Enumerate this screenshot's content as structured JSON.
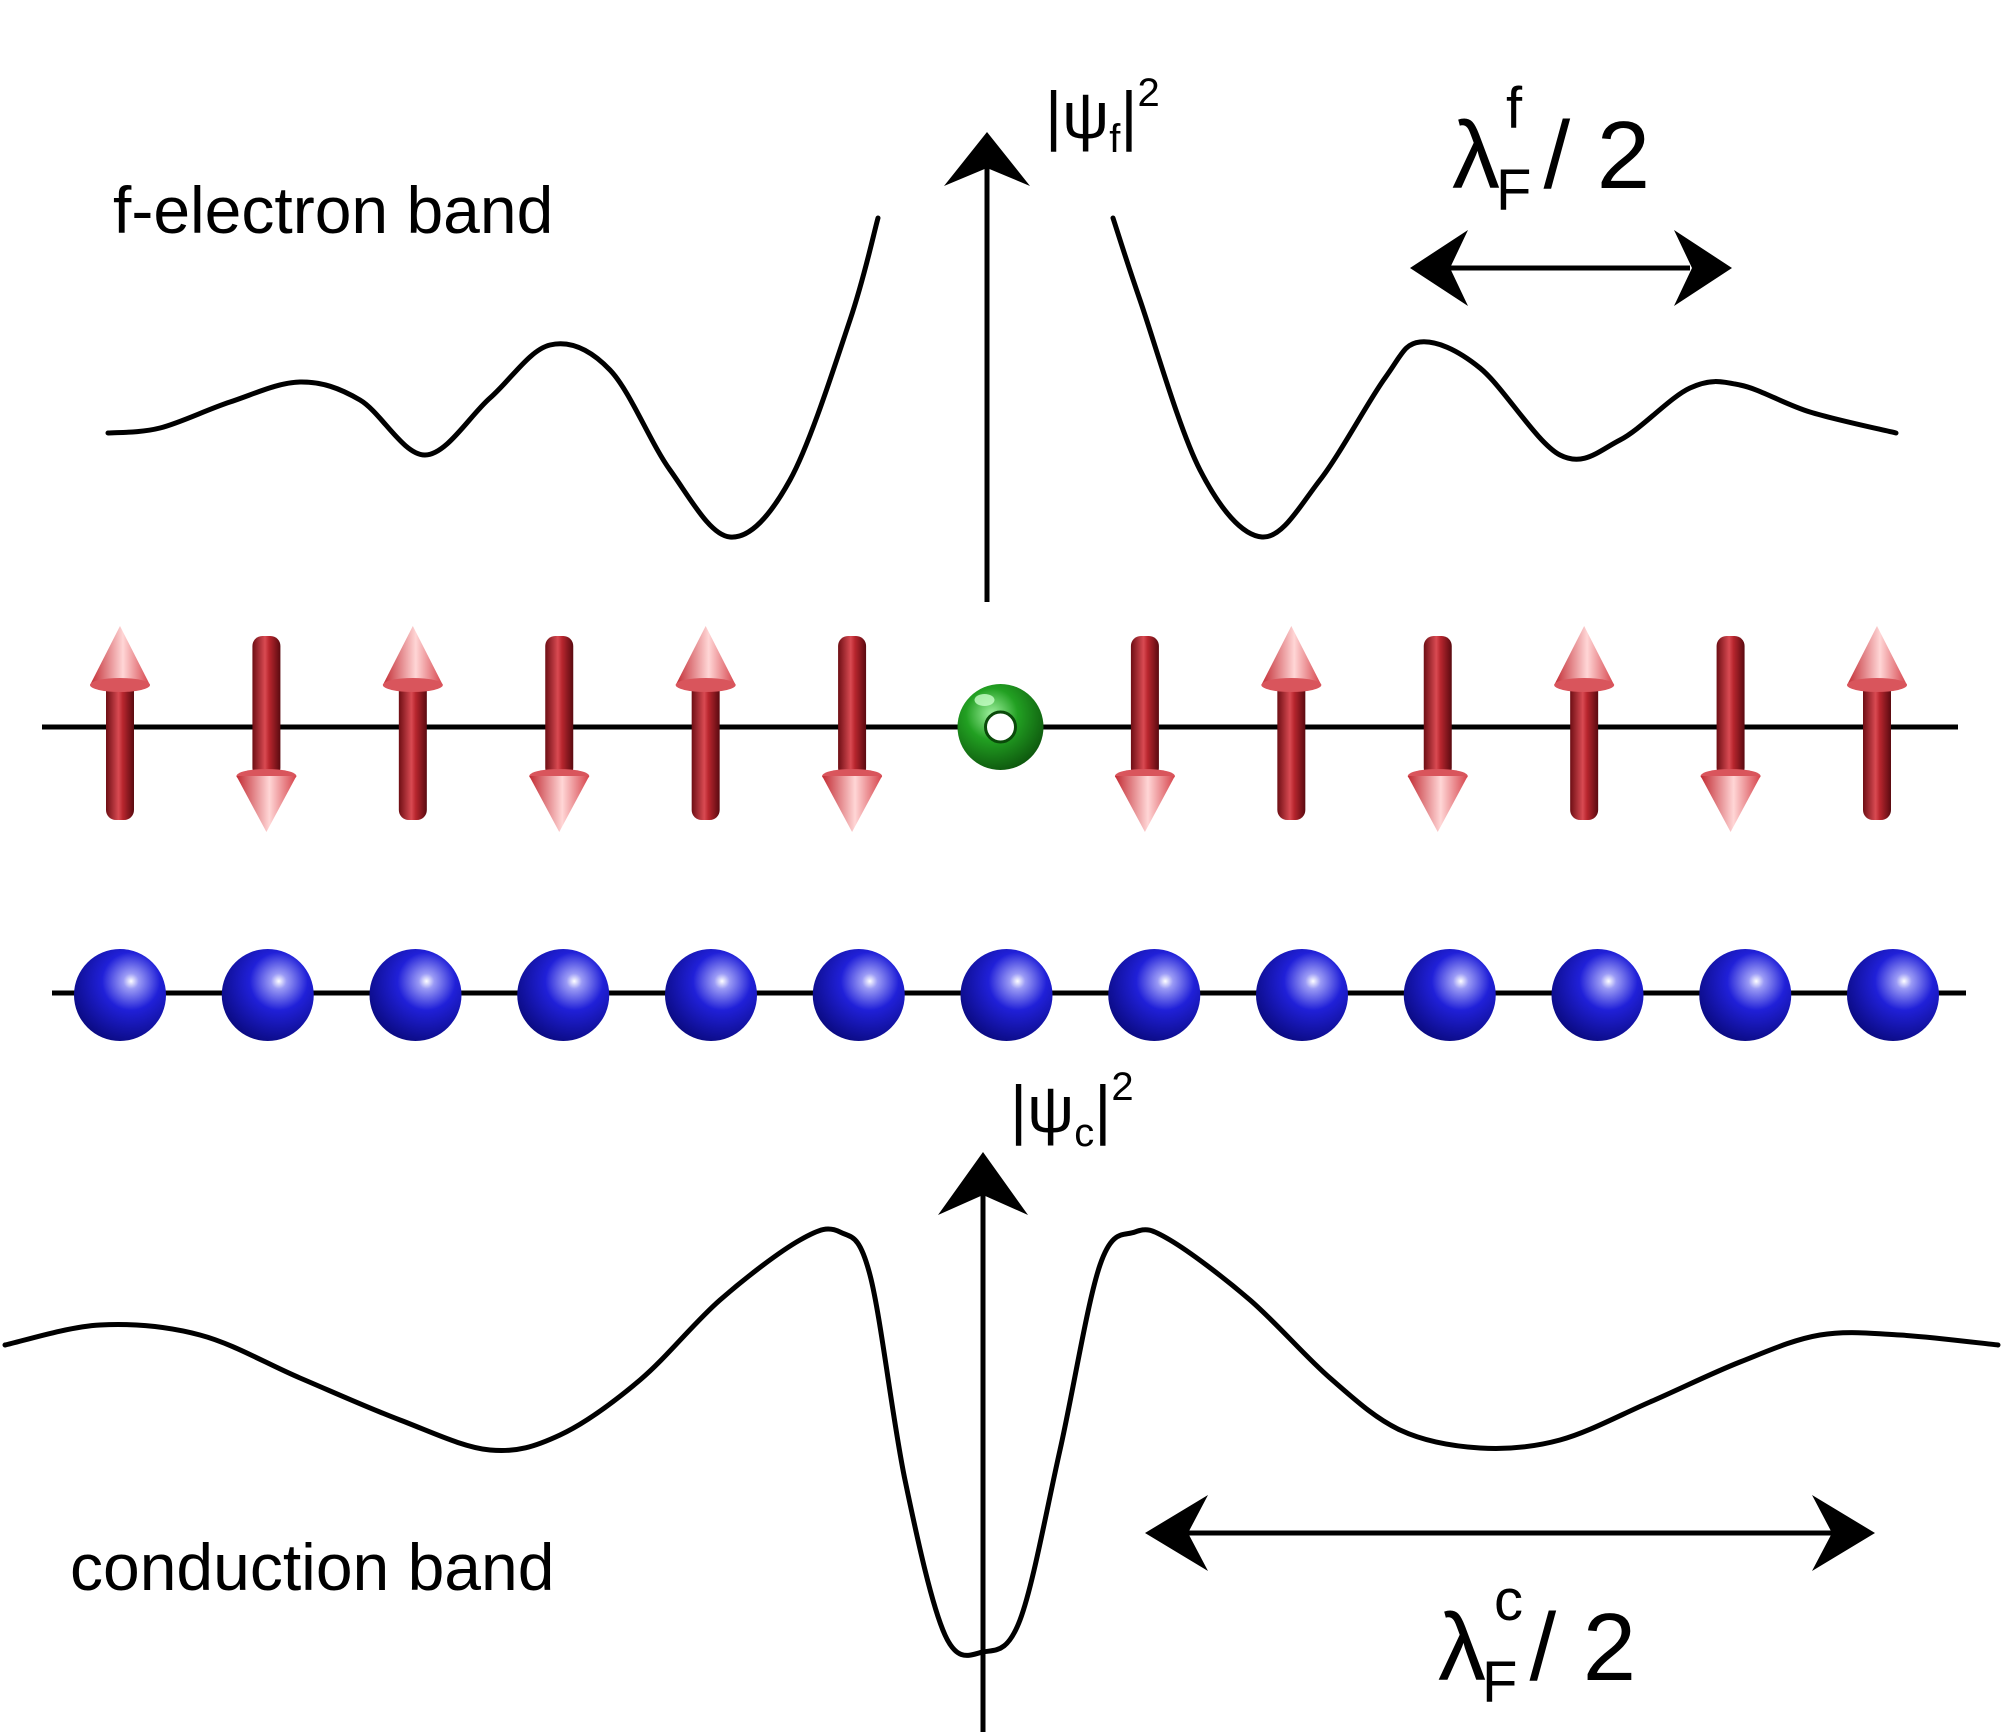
{
  "labels": {
    "f_band": "f-electron band",
    "c_band": "conduction band",
    "f_axis_left": "|",
    "f_axis_psi": "ψ",
    "f_axis_sub": "f",
    "f_axis_right": "|",
    "f_axis_sup": "2",
    "c_axis_left": "|",
    "c_axis_psi": "ψ",
    "c_axis_sub": "c",
    "c_axis_right": "|",
    "c_axis_sup": "2",
    "f_lambda": "λ",
    "f_lambda_sup": "f",
    "f_lambda_sub": "F",
    "f_lambda_tail": "/ 2",
    "c_lambda": "λ",
    "c_lambda_sup": "c",
    "c_lambda_sub": "F",
    "c_lambda_tail": "/ 2"
  },
  "spin_chain": [
    "up",
    "down",
    "up",
    "down",
    "up",
    "down",
    "vacancy",
    "down",
    "up",
    "down",
    "up",
    "down",
    "up"
  ],
  "conduction_atom_count": 13,
  "colors": {
    "line": "#000000",
    "spin_arrow": "#b8262e",
    "spin_highlight": "#f4a7a7",
    "vacancy_ring": "#1f8a1f",
    "atom": "#1a1ad0",
    "atom_highlight": "#e6e6ff"
  },
  "icons": {
    "spin": "spin-arrow-icon",
    "vacancy": "torus-icon",
    "atom": "sphere-icon"
  }
}
